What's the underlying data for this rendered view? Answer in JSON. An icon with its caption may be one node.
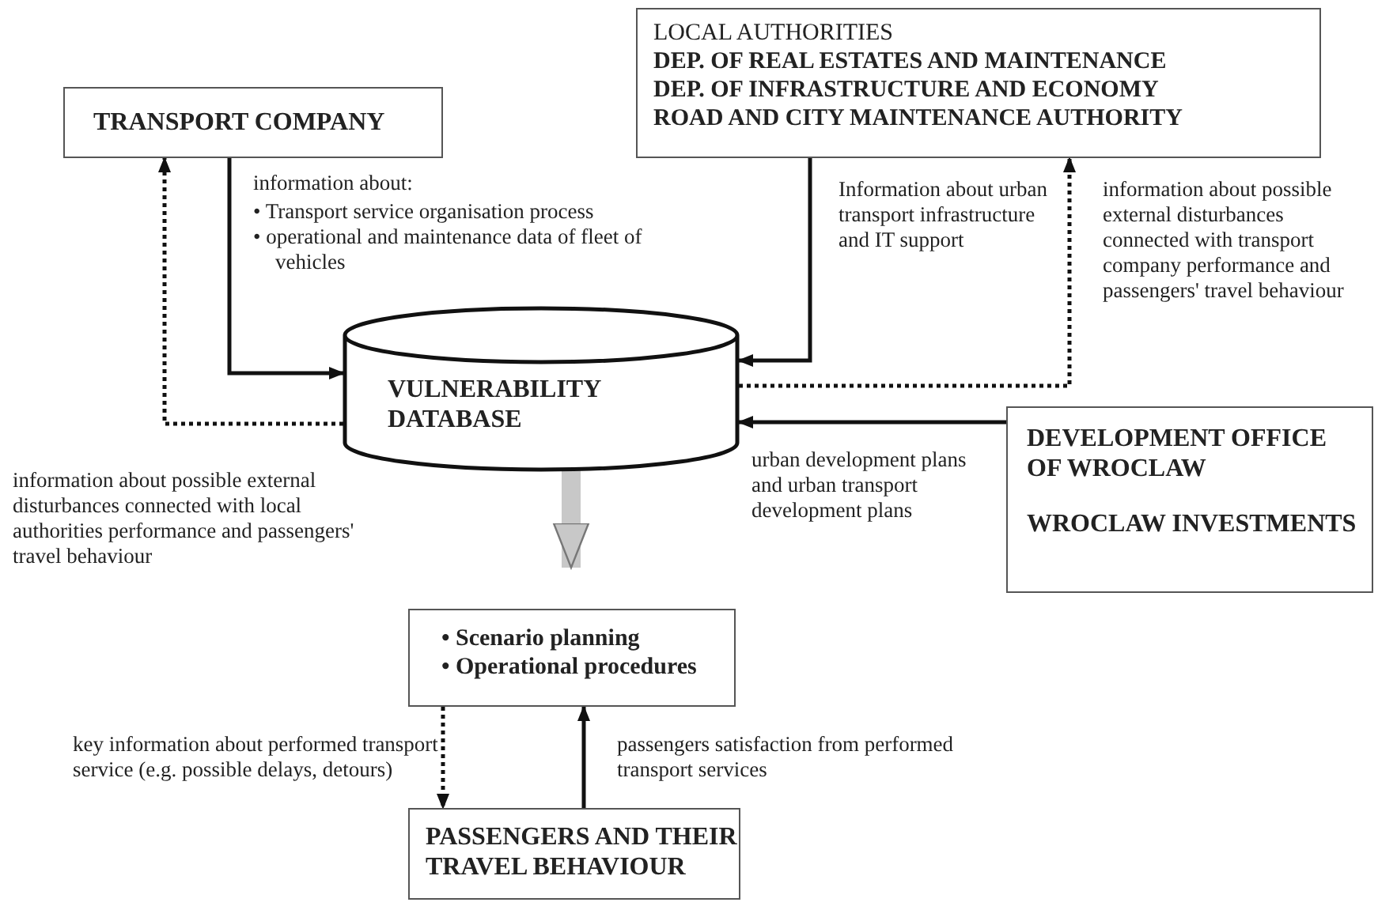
{
  "diagram": {
    "nodes": [
      {
        "text": [
          "TRANSPORT COMPANY"
        ]
      },
      {
        "text": [
          "LOCAL AUTHORITIES",
          "DEP. OF REAL ESTATES AND MAINTENANCE",
          "DEP. OF INFRASTRUCTURE AND ECONOMY",
          "ROAD AND CITY MAINTENANCE AUTHORITY"
        ]
      },
      {
        "text": [
          "VULNERABILITY DATABASE"
        ]
      },
      {
        "text": [
          "DEVELOPMENT OFFICE OF WROCLAW",
          "WROCLAW INVESTMENTS"
        ]
      },
      {
        "text": [
          "• Scenario planning",
          "• Operational procedures"
        ]
      },
      {
        "text": [
          "PASSENGERS AND THEIR TRAVEL BEHAVIOUR"
        ]
      }
    ],
    "edges": [
      {
        "from": 0,
        "to": 2,
        "arrow": "to",
        "label": "information about:"
      },
      {
        "from": 2,
        "to": 0,
        "arrow": "to",
        "style": "dashed",
        "label": "information about possible external disturbances connected with local authorities performance and passengers' travel behaviour"
      },
      {
        "from": 1,
        "to": 2,
        "arrow": "to",
        "label": "Information about urban transport infrastructure and IT support"
      },
      {
        "from": 2,
        "to": 1,
        "arrow": "to",
        "style": "dashed",
        "label": "information about possible external disturbances connected with transport company performance and passengers' travel behaviour"
      },
      {
        "from": 3,
        "to": 2,
        "arrow": "to",
        "label": "urban development plans and urban transport development plans"
      },
      {
        "from": 2,
        "to": 4,
        "arrow": "to",
        "style": "thick",
        "color": "#c8c8c8"
      },
      {
        "from": 4,
        "to": 5,
        "arrow": "to",
        "style": "dashed",
        "label": "key information about performed transport service (e.g. possible delays, detours)"
      },
      {
        "from": 5,
        "to": 4,
        "arrow": "to",
        "label": "passengers satisfaction from performed transport services"
      }
    ],
    "labels": [
      "• Transport service organisation process",
      "• operational and maintenance data of fleet of vehicles"
    ]
  }
}
